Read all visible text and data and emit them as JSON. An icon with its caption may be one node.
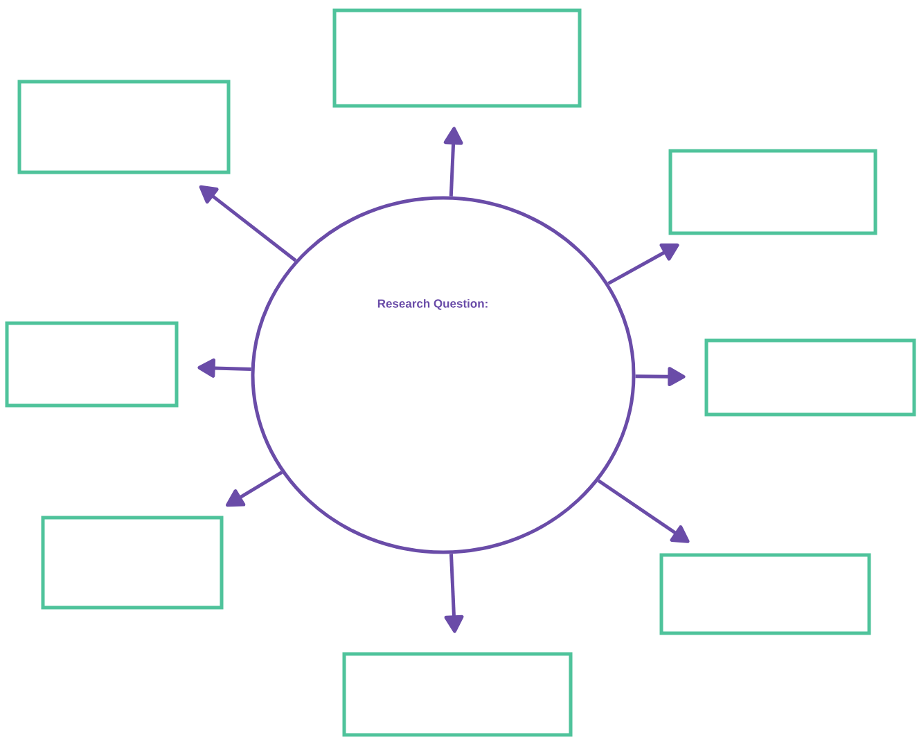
{
  "diagram": {
    "nodes": [
      {
        "text": [
          "Research Question:"
        ]
      },
      {
        "text": [],
        "shape": "box"
      },
      {
        "text": [],
        "shape": "box"
      },
      {
        "text": [],
        "shape": "box"
      },
      {
        "text": [],
        "shape": "box"
      },
      {
        "text": [],
        "shape": "box"
      },
      {
        "text": [],
        "shape": "box"
      },
      {
        "text": [],
        "shape": "box"
      },
      {
        "text": [],
        "shape": "box"
      }
    ],
    "edges": [
      {
        "from": 0,
        "to": 1,
        "arrow": "to"
      },
      {
        "from": 0,
        "to": 2,
        "arrow": "to"
      },
      {
        "from": 0,
        "to": 3,
        "arrow": "to"
      },
      {
        "from": 0,
        "to": 4,
        "arrow": "to"
      },
      {
        "from": 0,
        "to": 5,
        "arrow": "to"
      },
      {
        "from": 0,
        "to": 6,
        "arrow": "to"
      },
      {
        "from": 0,
        "to": 7,
        "arrow": "to"
      },
      {
        "from": 0,
        "to": 8,
        "arrow": "to"
      }
    ]
  }
}
